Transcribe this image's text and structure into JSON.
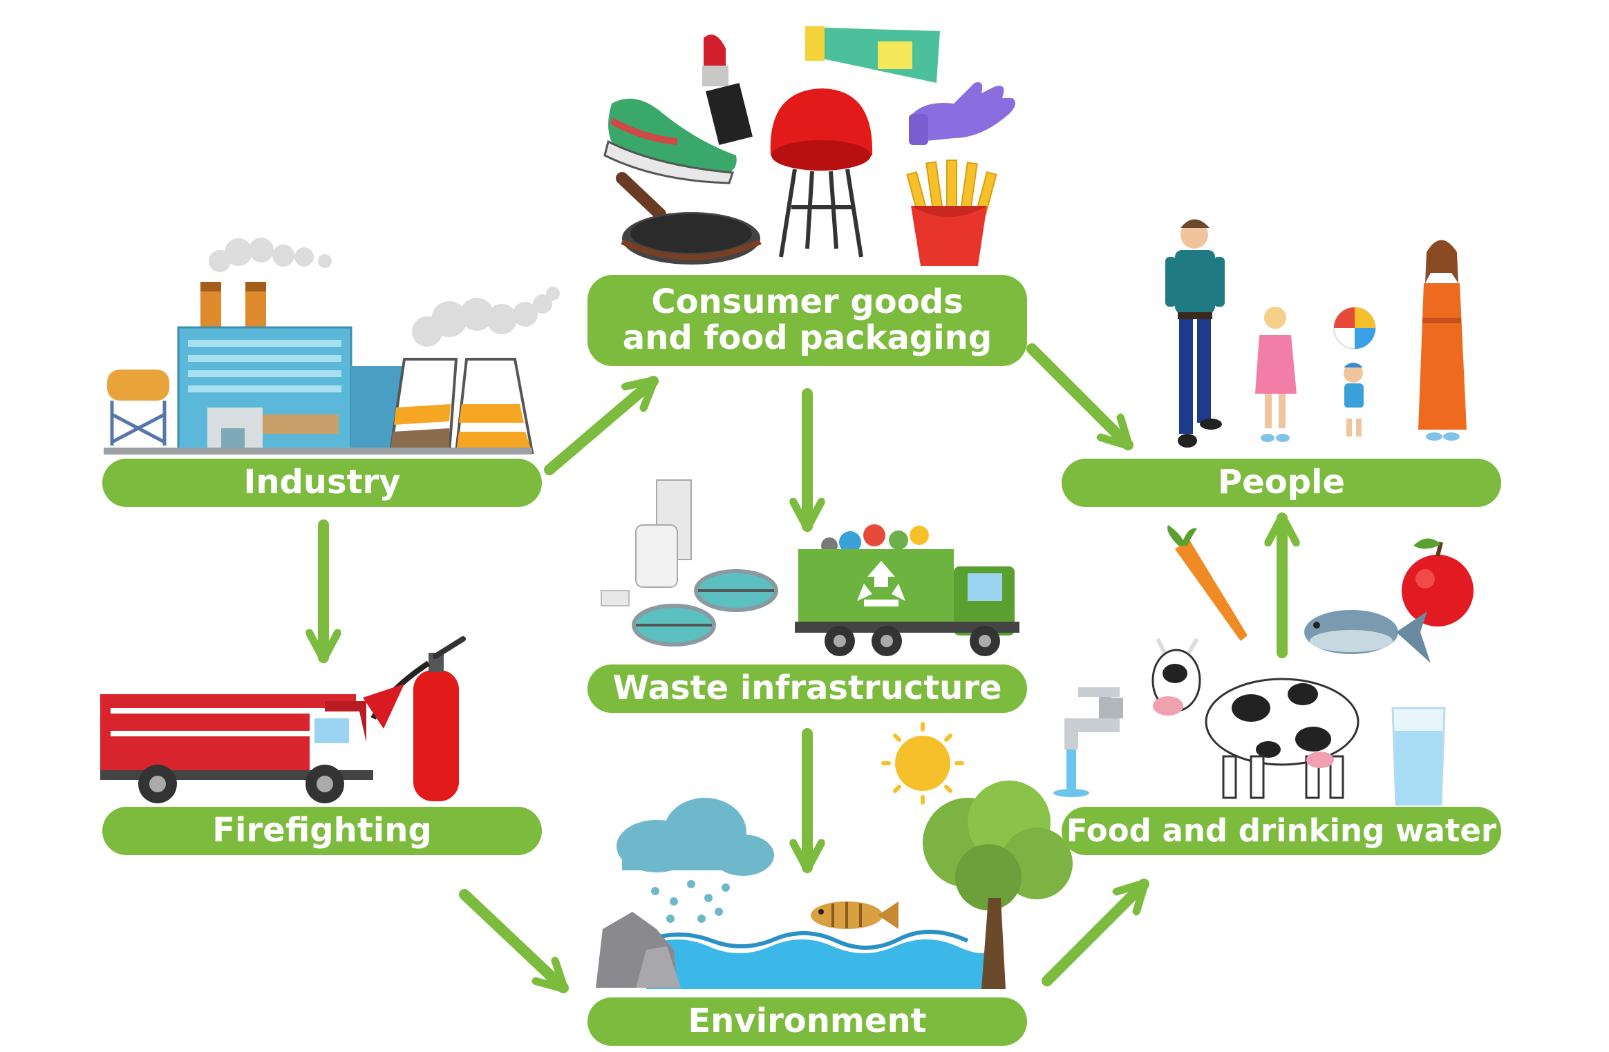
{
  "nodes": {
    "industry": "Industry",
    "consumer_goods": [
      "Consumer goods",
      "and food packaging"
    ],
    "people": "People",
    "firefighting": "Firefighting",
    "waste_infrastructure": "Waste infrastructure",
    "environment": "Environment",
    "food_and_drinking_water": "Food and drinking water"
  },
  "flows": [
    {
      "from": "Industry",
      "to": "Consumer goods and food packaging"
    },
    {
      "from": "Industry",
      "to": "Firefighting"
    },
    {
      "from": "Consumer goods and food packaging",
      "to": "Waste infrastructure"
    },
    {
      "from": "Consumer goods and food packaging",
      "to": "People"
    },
    {
      "from": "Waste infrastructure",
      "to": "Environment"
    },
    {
      "from": "Firefighting",
      "to": "Environment"
    },
    {
      "from": "Environment",
      "to": "Food and drinking water"
    },
    {
      "from": "Food and drinking water",
      "to": "People"
    }
  ],
  "illustration_icons": [
    "factory-icon",
    "smoke-icon",
    "sneaker-icon",
    "lipstick-icon",
    "tube-icon",
    "chair-icon",
    "glove-icon",
    "frying-pan-icon",
    "fries-icon",
    "family-icon",
    "beach-ball-icon",
    "fire-truck-icon",
    "fire-extinguisher-icon",
    "water-treatment-icon",
    "garbage-truck-icon",
    "recycle-icon",
    "sun-icon",
    "rain-cloud-icon",
    "fish-icon",
    "tree-icon",
    "rock-icon",
    "water-icon",
    "carrot-icon",
    "apple-icon",
    "cow-icon",
    "faucet-icon",
    "glass-of-water-icon"
  ],
  "colors": {
    "accent": "#7cbb3d",
    "label_text": "#ffffff"
  }
}
